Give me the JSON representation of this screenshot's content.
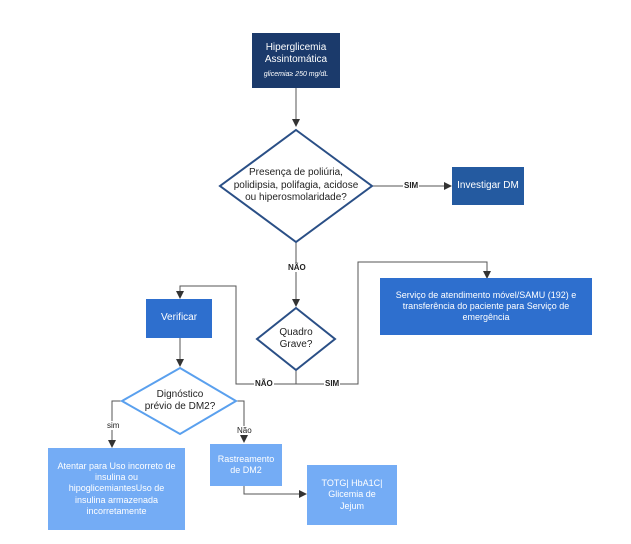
{
  "start": {
    "title_line1": "Hiperglicemia",
    "title_line2": "Assintomática",
    "subtitle": "glicemia≥ 250 mg/dL"
  },
  "decision_symptoms": {
    "line1": "Presença de poliúria,",
    "line2": "polidipsia, polifagia, acidose",
    "line3": "ou hiperosmolaridade?"
  },
  "investigate": {
    "label": "Investigar DM"
  },
  "labels": {
    "sim_upper": "SIM",
    "nao_upper": "NÃO",
    "nao_lower": "NÃO",
    "sim_lower": "SIM",
    "sim_left": "sim",
    "nao_right": "Não"
  },
  "samu": {
    "line1": "Serviço de atendimento móvel/SAMU (192) e",
    "line2": "transferência do paciente para Serviço de",
    "line3": "emergência"
  },
  "verify": {
    "label": "Verificar"
  },
  "decision_grave": {
    "line1": "Quadro",
    "line2": "Grave?"
  },
  "decision_dm2": {
    "line1": "Dignóstico",
    "line2": "prévio de DM2?"
  },
  "attend": {
    "line1": "Atentar para Uso incorreto de",
    "line2": "insulina ou",
    "line3": "hipoglicemiantesUso de",
    "line4": "insulina armazenada",
    "line5": "incorretamente"
  },
  "screening": {
    "line1": "Rastreamento",
    "line2": "de DM2"
  },
  "totg": {
    "line1": "TOTG| HbA1C|",
    "line2": "Glicemia de",
    "line3": "Jejum"
  },
  "colors": {
    "dark_navy": "#1b3a6b",
    "mid_blue": "#245aa0",
    "blue": "#2e6fce",
    "light_blue": "#74acf5",
    "diamond_border_dark": "#2a4f86",
    "diamond_border_light": "#5aa0ee"
  }
}
